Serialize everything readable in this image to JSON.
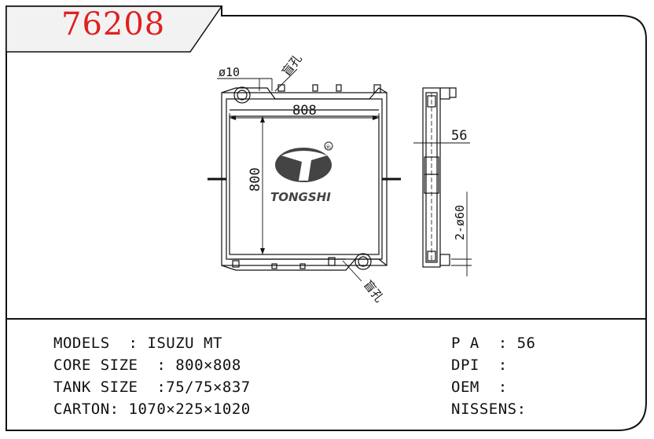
{
  "part_number": "76208",
  "brand": {
    "name": "TONGSHI",
    "registered": "®"
  },
  "drawing": {
    "dim_pipe": "ø10",
    "dim_width": "808",
    "dim_height": "800",
    "dim_depth": "56",
    "dim_outlet": "2-ø60",
    "blind_hole_top": "盲孔",
    "blind_hole_bottom": "盲孔"
  },
  "specs_left": [
    {
      "label": "MODELS  : ",
      "value": "ISUZU MT"
    },
    {
      "label": "CORE SIZE  : ",
      "value": "800×808"
    },
    {
      "label": "TANK SIZE  :",
      "value": "75/75×837"
    },
    {
      "label": "CARTON: ",
      "value": "1070×225×1020"
    }
  ],
  "specs_right": [
    {
      "label": "P A  : ",
      "value": "56"
    },
    {
      "label": "DPI  :",
      "value": ""
    },
    {
      "label": "OEM  :",
      "value": ""
    },
    {
      "label": "NISSENS:",
      "value": ""
    }
  ],
  "colors": {
    "accent": "#e02020",
    "line": "#111111"
  }
}
